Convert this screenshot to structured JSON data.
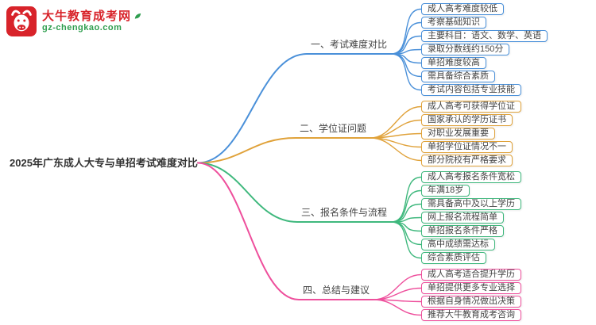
{
  "logo": {
    "title": "大牛教育成考网",
    "domain": "gz-chengkao.com",
    "icon": "bull-icon",
    "brand_red": "#d8232a",
    "brand_green": "#2f9e4f"
  },
  "root": {
    "title": "2025年广东成人大专与单招考试难度对比",
    "text_color": "#333333"
  },
  "branches": [
    {
      "label": "一、考试难度对比",
      "color": "#4a90d9",
      "children": [
        "成人高考难度较低",
        "考察基础知识",
        "主要科目：语文、数学、英语",
        "录取分数线约150分",
        "单招难度较高",
        "需具备综合素质",
        "考试内容包括专业技能"
      ]
    },
    {
      "label": "二、学位证问题",
      "color": "#e0a23a",
      "children": [
        "成人高考可获得学位证",
        "国家承认的学历证书",
        "对职业发展重要",
        "单招学位证情况不一",
        "部分院校有严格要求"
      ]
    },
    {
      "label": "三、报名条件与流程",
      "color": "#3fb87d",
      "children": [
        "成人高考报名条件宽松",
        "年满18岁",
        "需具备高中及以上学历",
        "网上报名流程简单",
        "单招报名条件严格",
        "高中成绩需达标",
        "综合素质评估"
      ]
    },
    {
      "label": "四、总结与建议",
      "color": "#ee4f9c",
      "children": [
        "成人高考适合提升学历",
        "单招提供更多专业选择",
        "根据自身情况做出决策",
        "推荐大牛教育成考咨询"
      ]
    }
  ]
}
